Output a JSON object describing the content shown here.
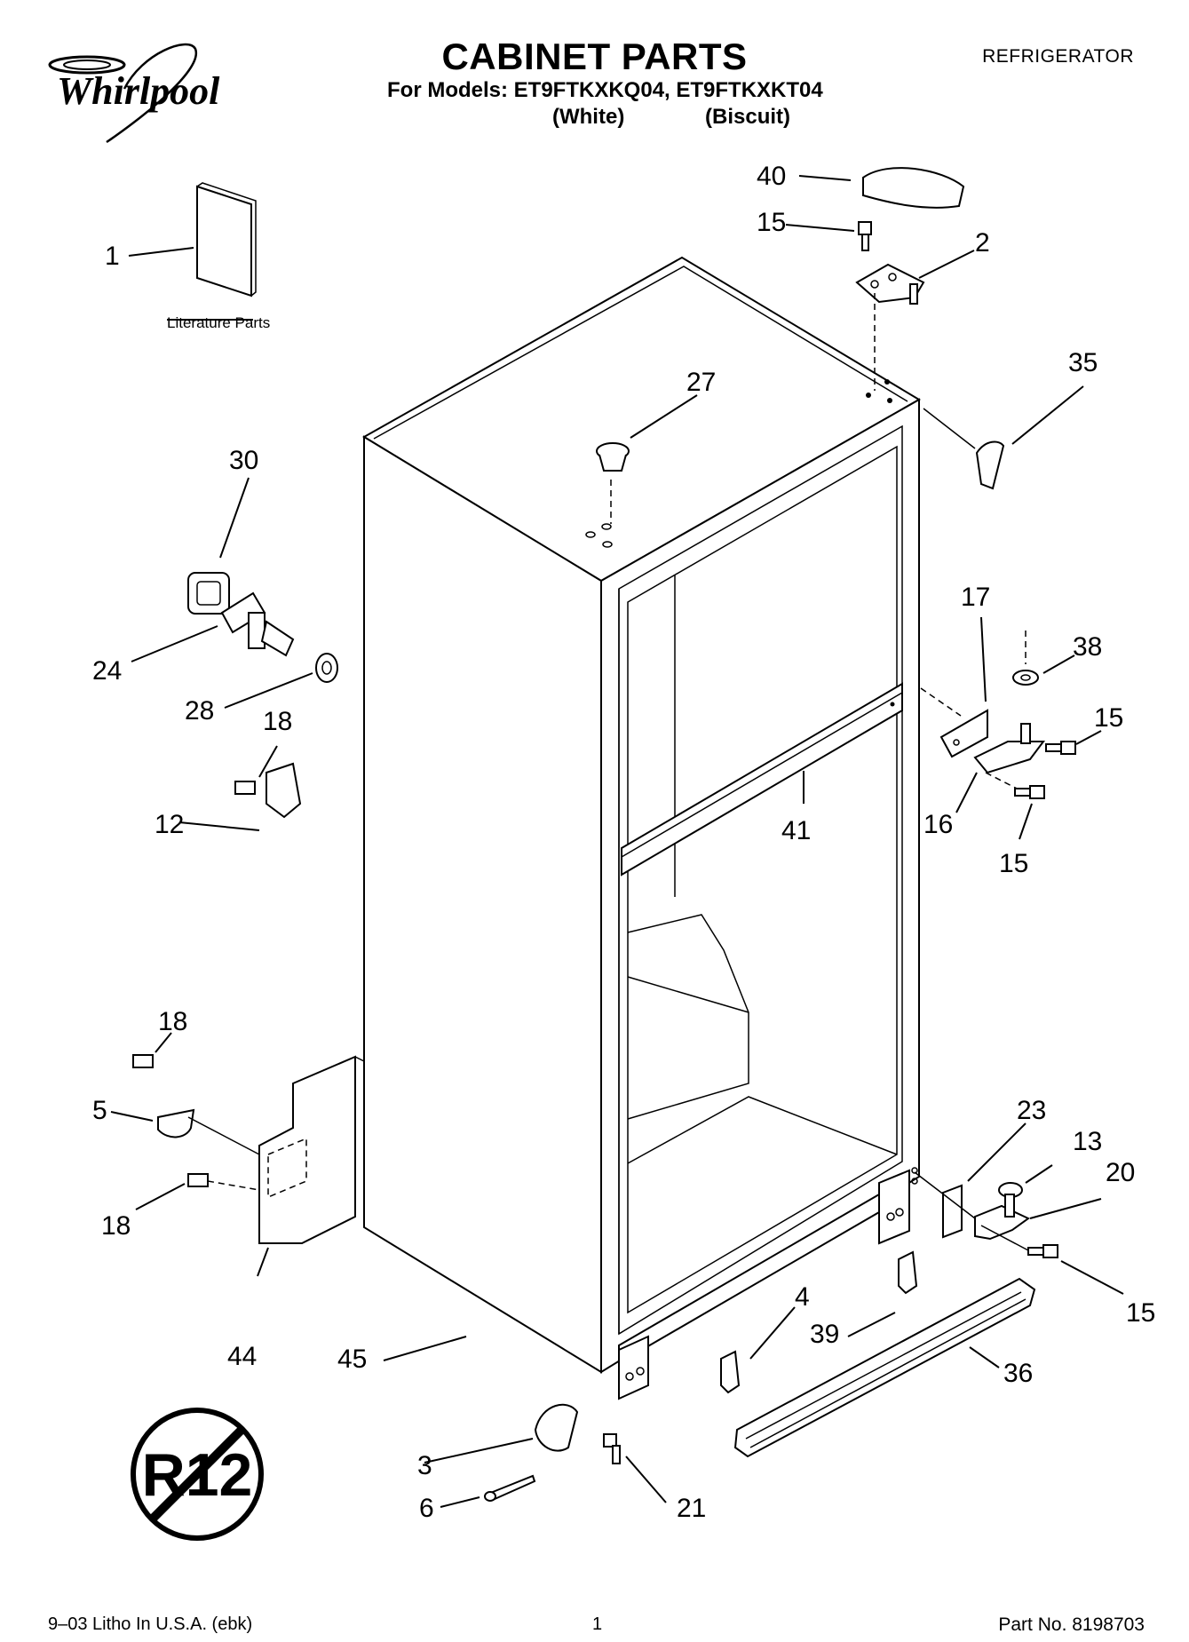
{
  "brand": "Whirlpool",
  "header": {
    "title": "CABINET PARTS",
    "subtitle": "For Models: ET9FTKXKQ04, ET9FTKXKT04",
    "variant_white": "(White)",
    "variant_biscuit": "(Biscuit)",
    "category": "REFRIGERATOR"
  },
  "literature_label": "Literature Parts",
  "badge_text": "R12",
  "callouts": {
    "c40": "40",
    "c15a": "15",
    "c2": "2",
    "c1": "1",
    "c35": "35",
    "c27": "27",
    "c30": "30",
    "c24": "24",
    "c28": "28",
    "c18a": "18",
    "c12": "12",
    "c17": "17",
    "c38": "38",
    "c15b": "15",
    "c16": "16",
    "c15c": "15",
    "c41": "41",
    "c18b": "18",
    "c5": "5",
    "c18c": "18",
    "c44": "44",
    "c45": "45",
    "c23": "23",
    "c13": "13",
    "c20": "20",
    "c15d": "15",
    "c4": "4",
    "c39": "39",
    "c36": "36",
    "c3": "3",
    "c6": "6",
    "c21": "21"
  },
  "footer": {
    "left": "9–03 Litho In U.S.A. (ebk)",
    "center": "1",
    "right": "Part No. 8198703"
  }
}
